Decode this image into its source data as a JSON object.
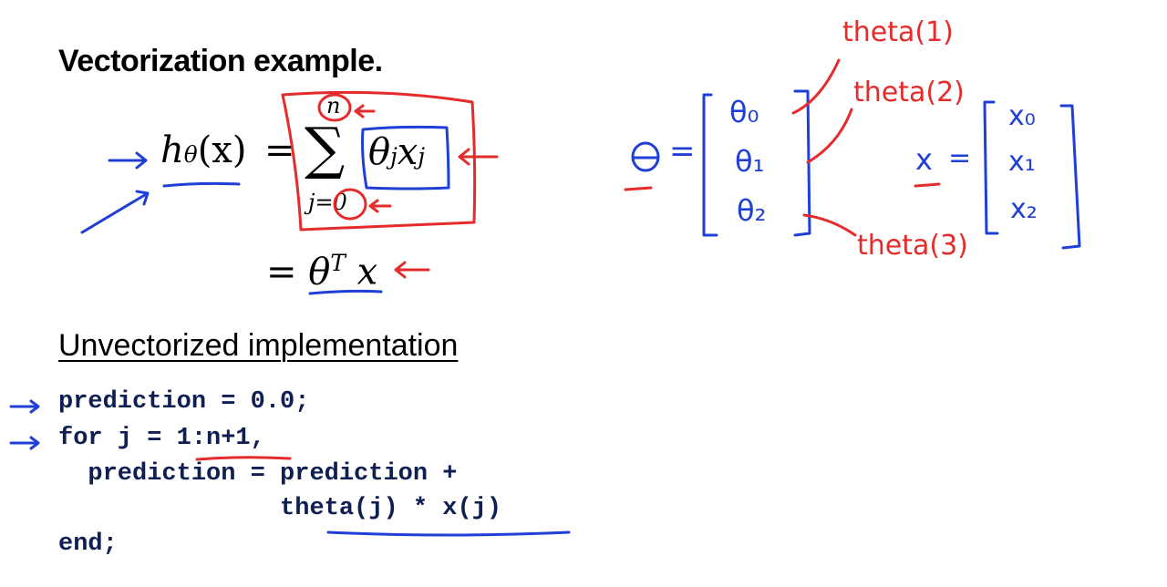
{
  "slide": {
    "title": "Vectorization example.",
    "formula": {
      "h": "h",
      "h_sub": "θ",
      "h_arg": "(x)",
      "equals": "=",
      "sum_symbol": "∑",
      "sum_upper": "n",
      "sum_lower": "j=0",
      "summand_theta": "θ",
      "summand_sub": "j",
      "summand_x": "x",
      "summand_x_sub": "j",
      "equals2": "=",
      "theta": "θ",
      "theta_sup": "T",
      "x": "x"
    },
    "heading": "Unvectorized implementation",
    "code_lines": [
      "prediction = 0.0;",
      "for j = 1:n+1,",
      "  prediction = prediction +",
      "               theta(j) * x(j)",
      "end;"
    ]
  },
  "annotations": {
    "theta_vector": {
      "symbol": "θ",
      "equals": "=",
      "entries": [
        "θ₀",
        "θ₁",
        "θ₂"
      ]
    },
    "x_vector": {
      "symbol": "x",
      "equals": "=",
      "entries": [
        "x₀",
        "x₁",
        "x₂"
      ]
    },
    "labels": [
      "theta(1)",
      "theta(2)",
      "theta(3)"
    ],
    "colors": {
      "red": "#e52b2b",
      "blue": "#1f3fd6"
    }
  }
}
